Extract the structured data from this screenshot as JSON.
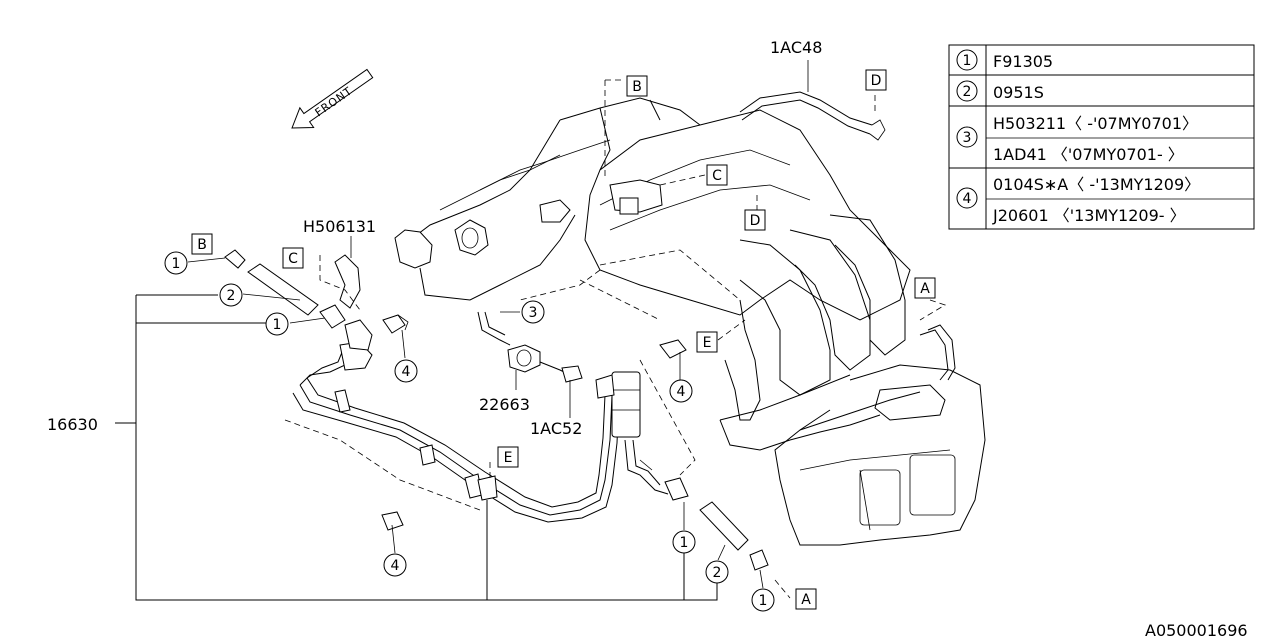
{
  "labels": {
    "front": "FRONT",
    "p_1AC48": "1AC48",
    "p_H506131": "H506131",
    "p_22663": "22663",
    "p_1AC52": "1AC52",
    "p_16630": "16630",
    "doc_id": "A050001696"
  },
  "ref_letters": {
    "a": "A",
    "b": "B",
    "c": "C",
    "d": "D",
    "e": "E"
  },
  "ref_numbers": {
    "n1": "1",
    "n2": "2",
    "n3": "3",
    "n4": "4"
  },
  "parts_table": [
    {
      "num": "1",
      "lines": [
        "F91305"
      ]
    },
    {
      "num": "2",
      "lines": [
        "0951S"
      ]
    },
    {
      "num": "3",
      "lines": [
        "H503211〈 -'07MY0701〉",
        "1AD41   〈'07MY0701- 〉"
      ]
    },
    {
      "num": "4",
      "lines": [
        "0104S∗A〈 -'13MY1209〉",
        "J20601 〈'13MY1209- 〉"
      ]
    }
  ]
}
